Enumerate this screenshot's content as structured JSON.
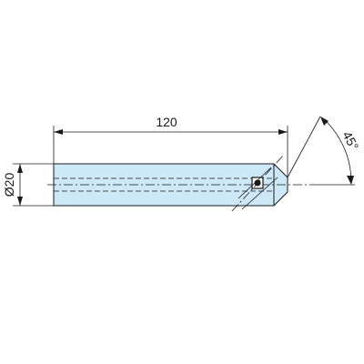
{
  "drawing": {
    "dimensions": {
      "length": "120",
      "diameter": "Ø20",
      "angle": "45°"
    },
    "colors": {
      "part_fill": "#cde8f6",
      "ink": "#1a1a1a",
      "background": "#ffffff"
    }
  }
}
